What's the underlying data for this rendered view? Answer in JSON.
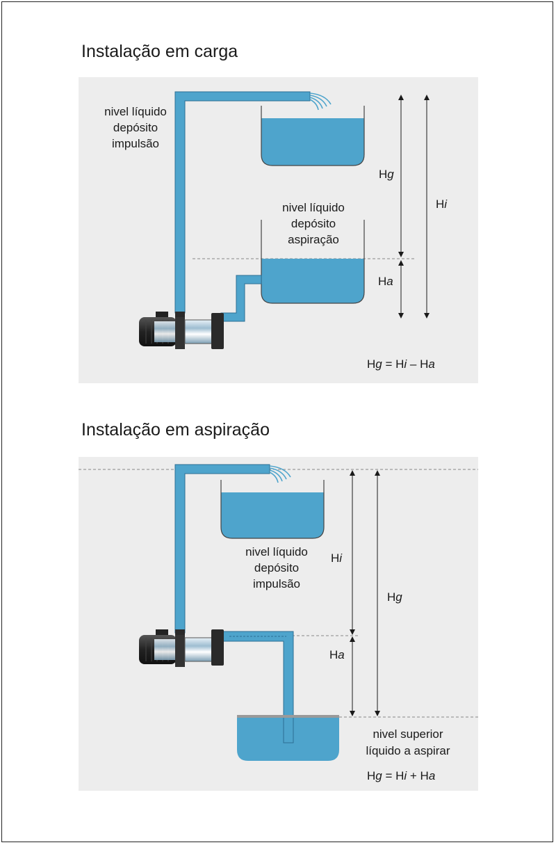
{
  "colors": {
    "panel": "#ededed",
    "water": "#4ea4cc",
    "water_edge": "#2c6e93",
    "pump_dark": "#2c2c2c",
    "pump_body": "#a9c6d8"
  },
  "section1": {
    "title": "Instalação em carga",
    "discharge_label": [
      "nivel líquido",
      "depósito",
      "impulsão"
    ],
    "suction_label": [
      "nivel líquido",
      "depósito",
      "aspiração"
    ],
    "hg": {
      "main": "H",
      "sub": "g"
    },
    "hi": {
      "main": "H",
      "sub": "i"
    },
    "ha": {
      "main": "H",
      "sub": "a"
    },
    "formula": {
      "a": "H",
      "b": "g",
      "c": " = H",
      "d": "i",
      "e": " – H",
      "f": "a"
    }
  },
  "section2": {
    "title": "Instalação em aspiração",
    "discharge_label": [
      "nivel líquido",
      "depósito",
      "impulsão"
    ],
    "suction_label": [
      "nivel superior",
      "líquido a aspirar"
    ],
    "hi": {
      "main": "H",
      "sub": "i"
    },
    "hg": {
      "main": "H",
      "sub": "g"
    },
    "ha": {
      "main": "H",
      "sub": "a"
    },
    "formula": {
      "a": "H",
      "b": "g",
      "c": " = H",
      "d": "i",
      "e": " + H",
      "f": "a"
    }
  }
}
